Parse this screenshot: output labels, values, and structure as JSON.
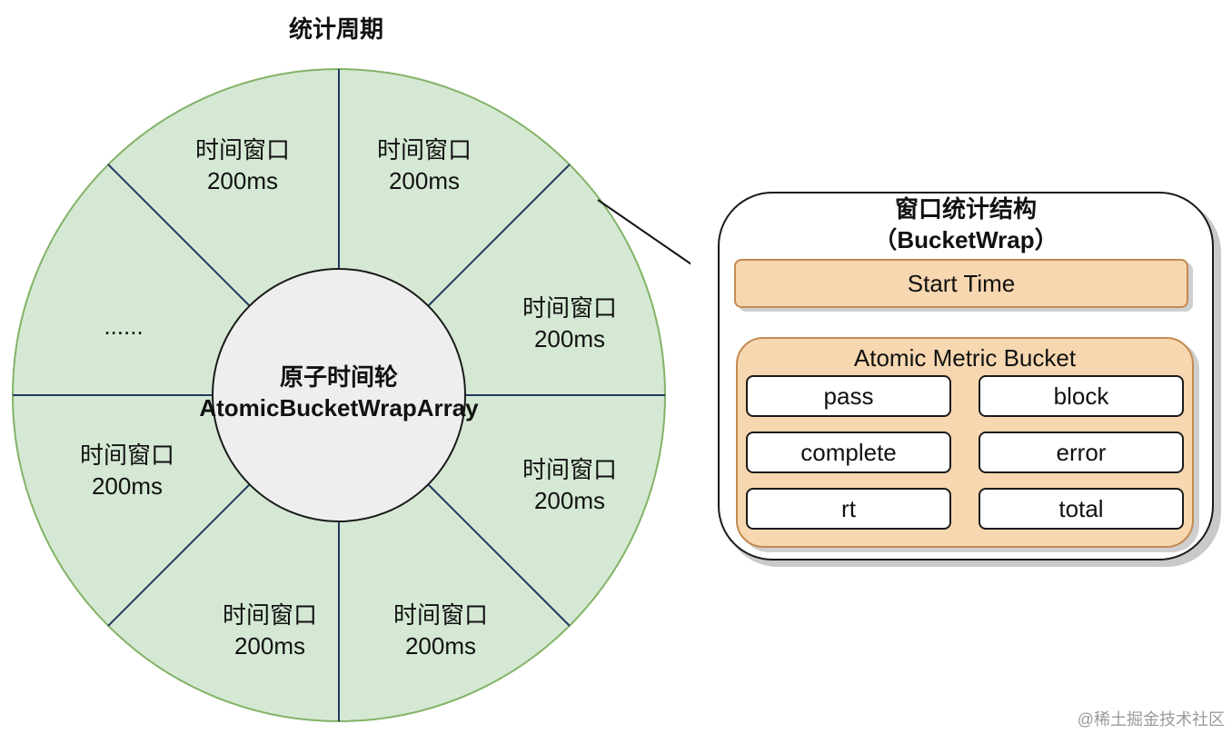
{
  "title": "统计周期",
  "wheel": {
    "center_line1": "原子时间轮",
    "center_line2": "AtomicBucketWrapArray",
    "segments": [
      {
        "line1": "时间窗口",
        "line2": "200ms"
      },
      {
        "line1": "时间窗口",
        "line2": "200ms"
      },
      {
        "line1": "时间窗口",
        "line2": "200ms"
      },
      {
        "line1": "时间窗口",
        "line2": "200ms"
      },
      {
        "line1": "时间窗口",
        "line2": "200ms"
      },
      {
        "line1": "时间窗口",
        "line2": "200ms"
      },
      {
        "line1": "时间窗口",
        "line2": "200ms"
      }
    ],
    "ellipsis": "......"
  },
  "panel": {
    "title_line1": "窗口统计结构",
    "title_line2": "（BucketWrap）",
    "start_time": "Start Time",
    "bucket_title": "Atomic Metric Bucket",
    "metrics": [
      "pass",
      "block",
      "complete",
      "error",
      "rt",
      "total"
    ]
  },
  "colors": {
    "wheel_fill": "#d5e8d4",
    "wheel_stroke": "#82b366",
    "divider": "#1f3a5f",
    "center_fill": "#eeeeee",
    "bucket_fill": "#f6d7b0",
    "bucket_stroke": "#c48a52"
  },
  "watermark": "@稀土掘金技术社区"
}
